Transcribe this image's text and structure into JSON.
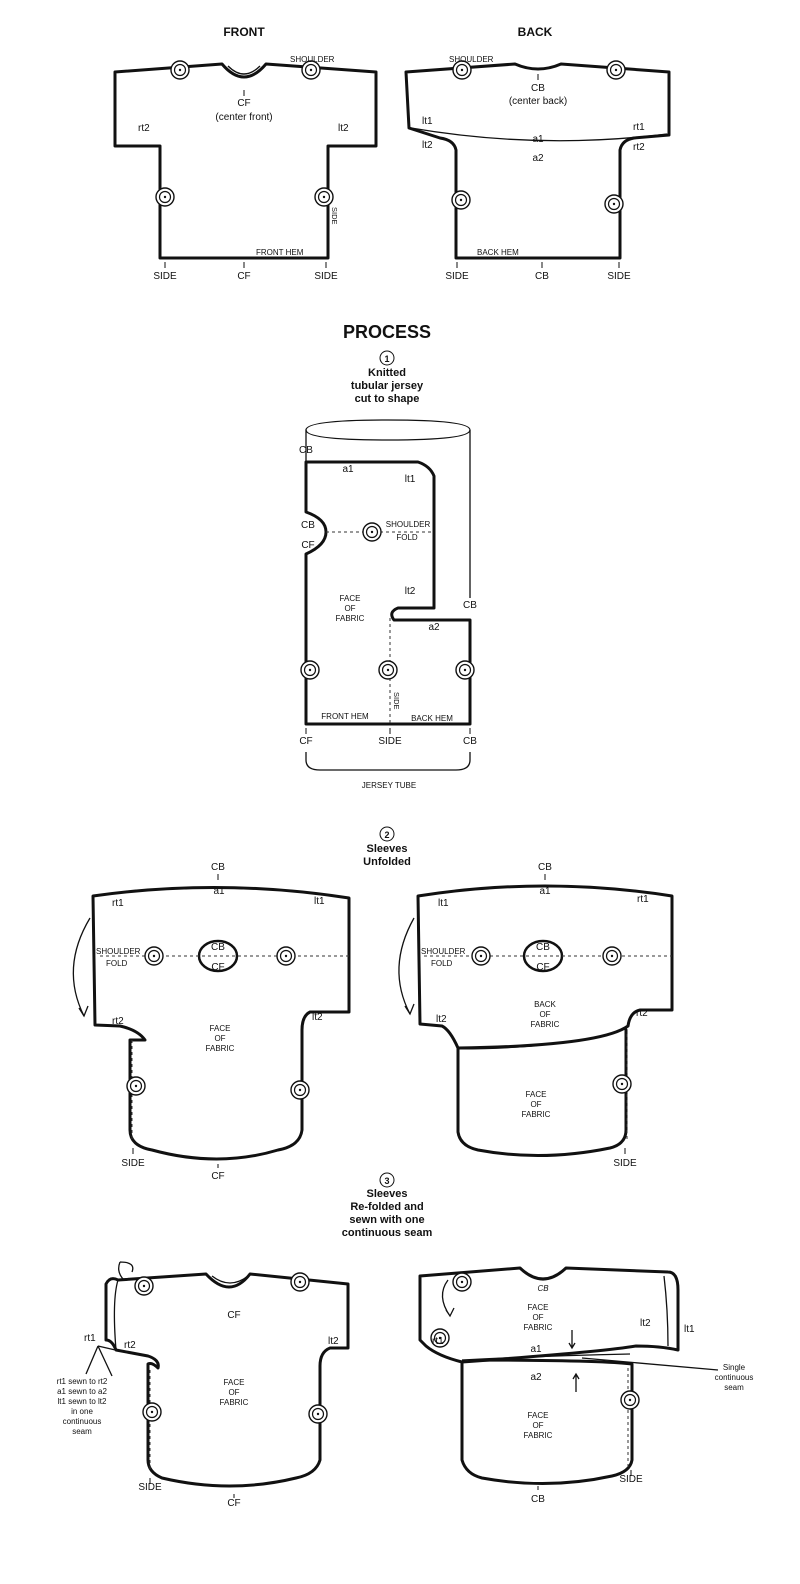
{
  "headings": {
    "front": "FRONT",
    "back": "BACK",
    "process": "PROCESS"
  },
  "steps": {
    "one": {
      "num": "1",
      "line1": "Knitted",
      "line2": "tubular jersey",
      "line3": "cut to shape"
    },
    "two": {
      "num": "2",
      "line1": "Sleeves",
      "line2": "Unfolded"
    },
    "three": {
      "num": "3",
      "line1": "Sleeves",
      "line2": "Re-folded and",
      "line3": "sewn with one",
      "line4": "continuous seam"
    }
  },
  "labels": {
    "shoulder": "SHOULDER",
    "cf": "CF",
    "cb": "CB",
    "center_front": "(center front)",
    "center_back": "(center back)",
    "side": "SIDE",
    "front_hem": "FRONT HEM",
    "back_hem": "BACK HEM",
    "rt1": "rt1",
    "rt2": "rt2",
    "lt1": "lt1",
    "lt2": "lt2",
    "a1": "a1",
    "a2": "a2",
    "shoulder_fold_1": "SHOULDER",
    "shoulder_fold_2": "FOLD",
    "face": "FACE",
    "of": "OF",
    "fabric": "FABRIC",
    "back_word": "BACK",
    "jersey_tube": "JERSEY TUBE",
    "cb_hand": "CB"
  },
  "notes": {
    "sewn": [
      "rt1 sewn to rt2",
      "a1 sewn to a2",
      "lt1 sewn to lt2",
      "in one",
      "continuous",
      "seam"
    ],
    "single_seam": [
      "Single",
      "continuous",
      "seam"
    ]
  }
}
